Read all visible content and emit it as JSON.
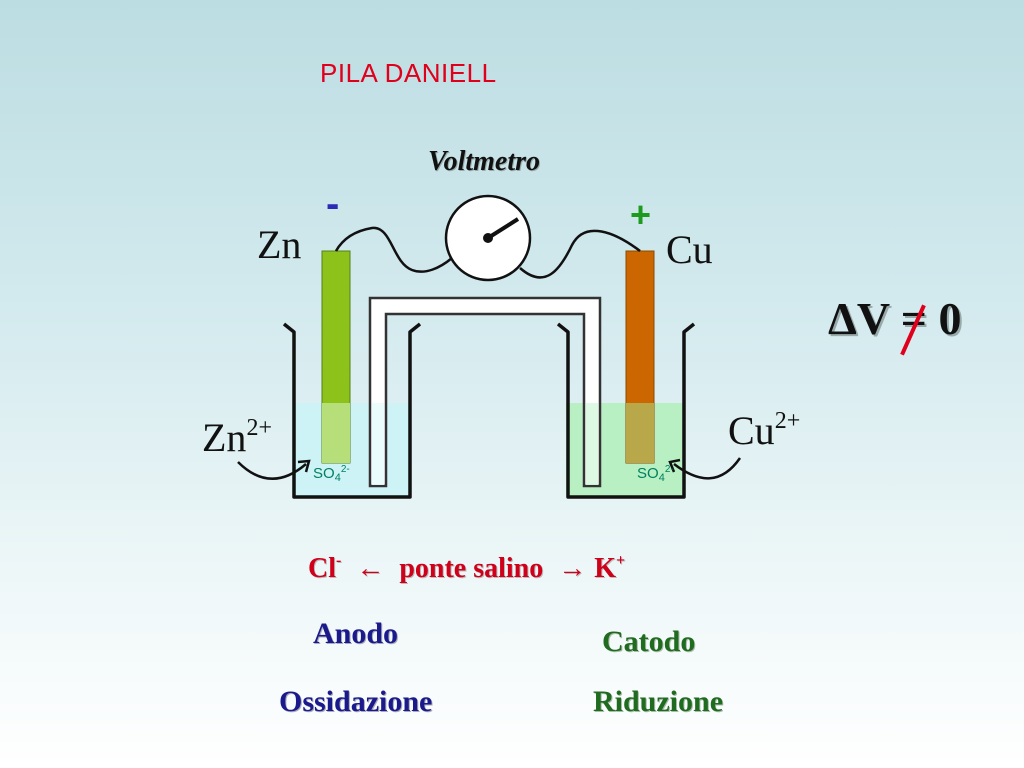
{
  "title": "PILA DANIELL",
  "voltmeter": {
    "label": "Voltmetro"
  },
  "anode_electrode": {
    "symbol": "Zn",
    "sign": "-",
    "sign_color": "#2b2bb8",
    "color": "#8cc21a"
  },
  "cathode_electrode": {
    "symbol": "Cu",
    "sign": "+",
    "sign_color": "#1e9a1e",
    "color": "#cc6600"
  },
  "left_solution": {
    "ion": "Zn",
    "charge": "2+",
    "anion": "SO",
    "anion_sub": "4",
    "anion_charge": "2-",
    "color": "#cdf3f7"
  },
  "right_solution": {
    "ion": "Cu",
    "charge": "2+",
    "anion": "SO",
    "anion_sub": "4",
    "anion_charge": "2-",
    "color": "#b8f0c4"
  },
  "potential": {
    "text": "ΔV = 0"
  },
  "salt_bridge": {
    "anion": "Cl",
    "anion_charge": "-",
    "left_arrow": "←",
    "label": "ponte salino",
    "right_arrow": "→",
    "cation": "K",
    "cation_charge": "+"
  },
  "anode": {
    "name": "Anodo",
    "process": "Ossidazione"
  },
  "cathode": {
    "name": "Catodo",
    "process": "Riduzione"
  }
}
